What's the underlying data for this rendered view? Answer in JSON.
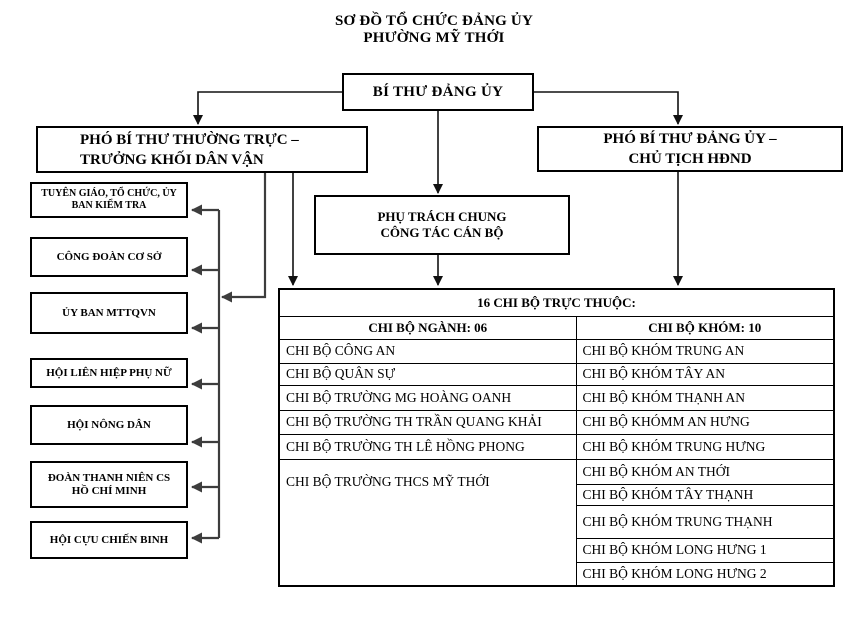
{
  "page": {
    "title_line1": "SƠ ĐỒ TỔ CHỨC ĐẢNG ỦY",
    "title_line2": "PHƯỜNG MỸ THỚI"
  },
  "boxes": {
    "secretary": {
      "label": "BÍ THƯ ĐẢNG ỦY"
    },
    "deputy_standing": {
      "line1": "PHÓ BÍ THƯ THƯỜNG TRỰC –",
      "line2": "TRƯỞNG KHỐI DÂN VẬN"
    },
    "deputy_council": {
      "line1": "PHÓ BÍ THƯ ĐẢNG ỦY –",
      "line2": "CHỦ TỊCH HĐND"
    },
    "general_charge": {
      "line1": "PHỤ TRÁCH CHUNG",
      "line2": "CÔNG TÁC CÁN BỘ"
    }
  },
  "left_column": [
    "TUYÊN GIÁO, TỔ CHỨC, ỦY BAN KIỂM TRA",
    "CÔNG ĐOÀN CƠ SỞ",
    "ỦY BAN MTTQVN",
    "HỘI LIÊN HIỆP PHỤ NỮ",
    "HỘI NÔNG DÂN",
    "ĐOÀN THANH NIÊN CS\nHỒ CHÍ MINH",
    "HỘI CỰU CHIẾN BINH"
  ],
  "table": {
    "title": "16 CHI BỘ TRỰC THUỘC:",
    "col1_header": "CHI BỘ NGÀNH: 06",
    "col2_header": "CHI BỘ KHÓM: 10",
    "nganh_rows": [
      "CHI BỘ CÔNG AN",
      "CHI BỘ QUÂN SỰ",
      "CHI BỘ TRƯỜNG MG HOÀNG OANH",
      "CHI BỘ TRƯỜNG TH TRẦN QUANG KHẢI",
      "CHI BỘ TRƯỜNG TH LÊ HỒNG PHONG",
      "CHI BỘ TRƯỜNG THCS MỸ THỚI"
    ],
    "khom_rows": [
      "CHI BỘ KHÓM TRUNG AN",
      "CHI BỘ KHÓM TÂY AN",
      "CHI BỘ KHÓM THẠNH AN",
      "CHI BỘ KHÓMM AN HƯNG",
      "CHI BỘ KHÓM TRUNG HƯNG",
      "CHI BỘ KHÓM AN THỚI",
      "CHI BỘ KHÓM TÂY THẠNH",
      "CHI BỘ KHÓM TRUNG THẠNH",
      "CHI BỘ KHÓM LONG HƯNG 1",
      "CHI BỘ KHÓM LONG HƯNG 2"
    ]
  },
  "colors": {
    "box_border": "#000000",
    "connector": "#3d3d3d",
    "arrow": "#111111",
    "background": "#ffffff",
    "text": "#000000"
  }
}
